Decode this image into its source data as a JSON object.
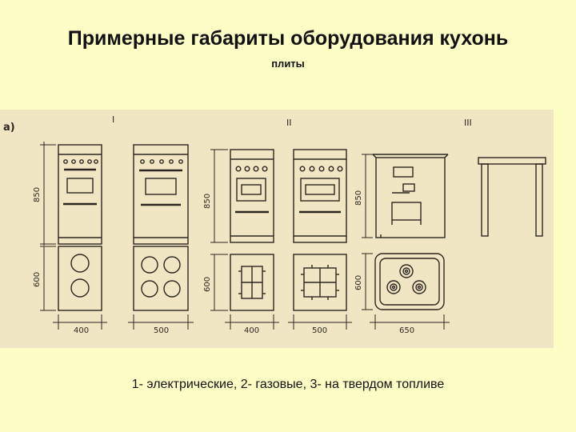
{
  "title": "Примерные габариты оборудования кухонь",
  "subtitle": "плиты",
  "caption": "1- электрические, 2- газовые, 3- на твердом топливе",
  "drawing": {
    "part_label": "а)",
    "groups": [
      "I",
      "II",
      "III"
    ],
    "height_labels": [
      "850",
      "600",
      "850",
      "600",
      "850",
      "600"
    ],
    "width_labels": [
      "400",
      "500",
      "400",
      "500",
      "650"
    ]
  }
}
